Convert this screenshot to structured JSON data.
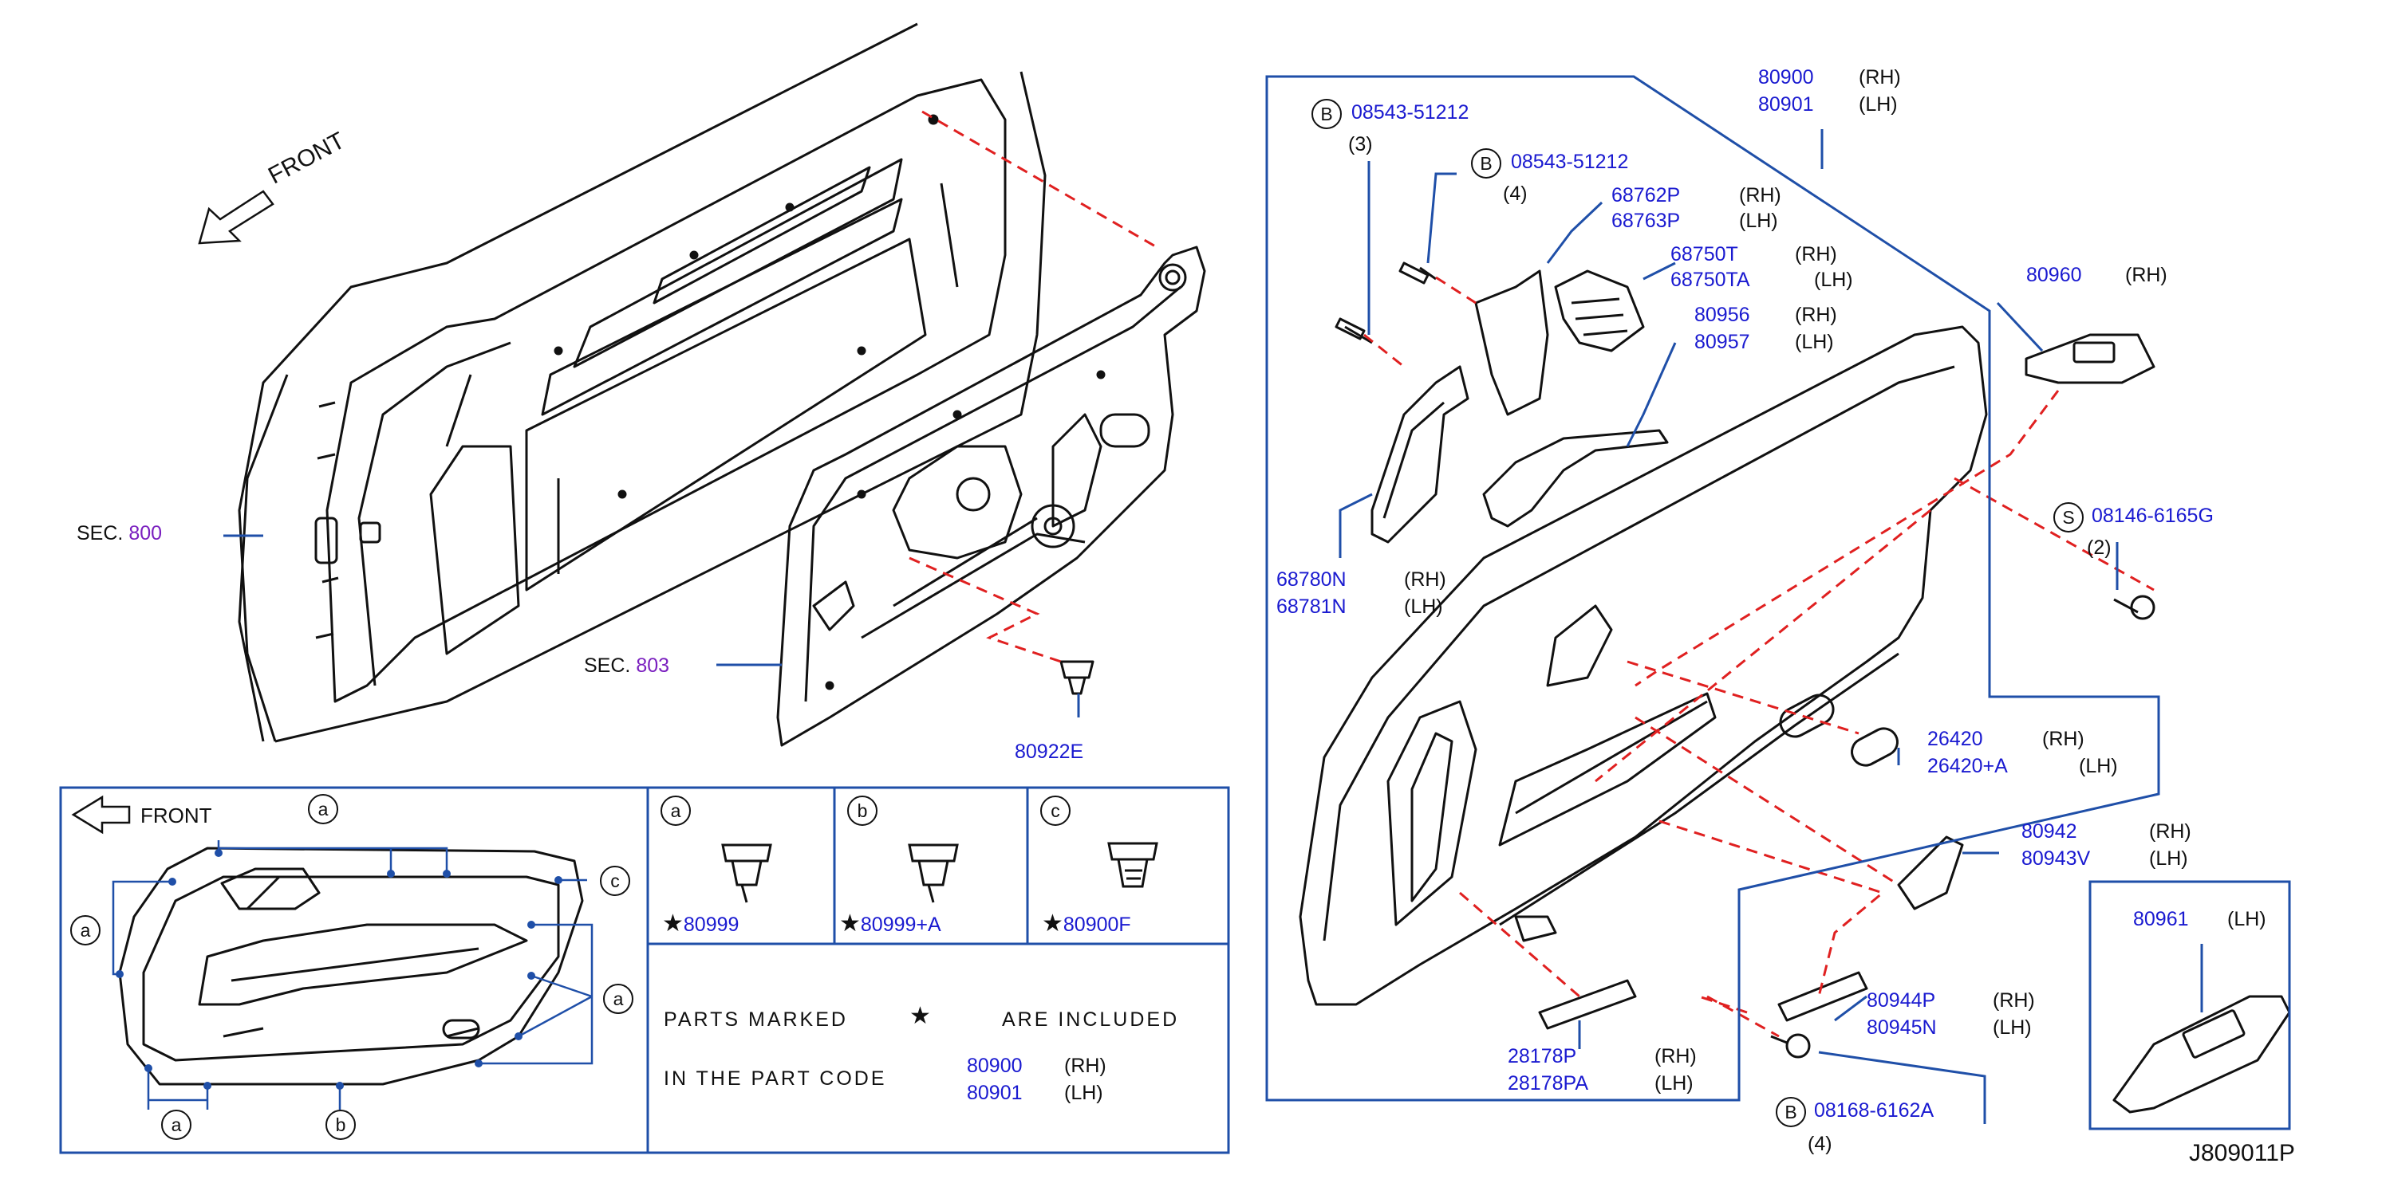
{
  "colors": {
    "part_number": "#1a1ad0",
    "section": "#7a1fbf",
    "leader": "#1f4fa8",
    "dashed": "#e02020",
    "line_art": "#111111"
  },
  "front_top": "FRONT",
  "front_bottom": "FRONT",
  "sec800": {
    "prefix": "SEC.",
    "num": "800"
  },
  "sec803": {
    "prefix": "SEC.",
    "num": "803"
  },
  "p80922e": "80922E",
  "p80900": {
    "num": "80900",
    "side": "(RH)"
  },
  "p80901": {
    "num": "80901",
    "side": "(LH)"
  },
  "b1": {
    "letter": "B",
    "num": "08543-51212",
    "qty": "(3)"
  },
  "b2": {
    "letter": "B",
    "num": "08543-51212",
    "qty": "(4)"
  },
  "p68762": {
    "num": "68762P",
    "side": "(RH)"
  },
  "p68763": {
    "num": "68763P",
    "side": "(LH)"
  },
  "p68750t": {
    "num": "68750T",
    "side": "(RH)"
  },
  "p68750ta": {
    "num": "68750TA",
    "side": "(LH)"
  },
  "p80956": {
    "num": "80956",
    "side": "(RH)"
  },
  "p80957": {
    "num": "80957",
    "side": "(LH)"
  },
  "p80960": {
    "num": "80960",
    "side": "(RH)"
  },
  "p68780n": {
    "num": "68780N",
    "side": "(RH)"
  },
  "p68781n": {
    "num": "68781N",
    "side": "(LH)"
  },
  "s1": {
    "letter": "S",
    "num": "08146-6165G",
    "qty": "(2)"
  },
  "p26420": {
    "num": "26420",
    "side": "(RH)"
  },
  "p26420a": {
    "num": "26420+A",
    "side": "(LH)"
  },
  "p80942": {
    "num": "80942",
    "side": "(RH)"
  },
  "p80943v": {
    "num": "80943V",
    "side": "(LH)"
  },
  "p80961": {
    "num": "80961",
    "side": "(LH)"
  },
  "p80944p": {
    "num": "80944P",
    "side": "(RH)"
  },
  "p80945n": {
    "num": "80945N",
    "side": "(LH)"
  },
  "p28178p": {
    "num": "28178P",
    "side": "(RH)"
  },
  "p28178pa": {
    "num": "28178PA",
    "side": "(LH)"
  },
  "b3": {
    "letter": "B",
    "num": "08168-6162A",
    "qty": "(4)"
  },
  "callouts": {
    "a": "a",
    "b": "b",
    "c": "c"
  },
  "clips": [
    {
      "letter": "a",
      "num": "80999"
    },
    {
      "letter": "b",
      "num": "80999+A"
    },
    {
      "letter": "c",
      "num": "80900F"
    }
  ],
  "notice": {
    "line1_a": "PARTS MARKED",
    "line1_b": "ARE INCLUDED",
    "line2": "IN THE PART CODE",
    "p1": {
      "num": "80900",
      "side": "(RH)"
    },
    "p2": {
      "num": "80901",
      "side": "(LH)"
    }
  },
  "diagram_code": "J809011P"
}
